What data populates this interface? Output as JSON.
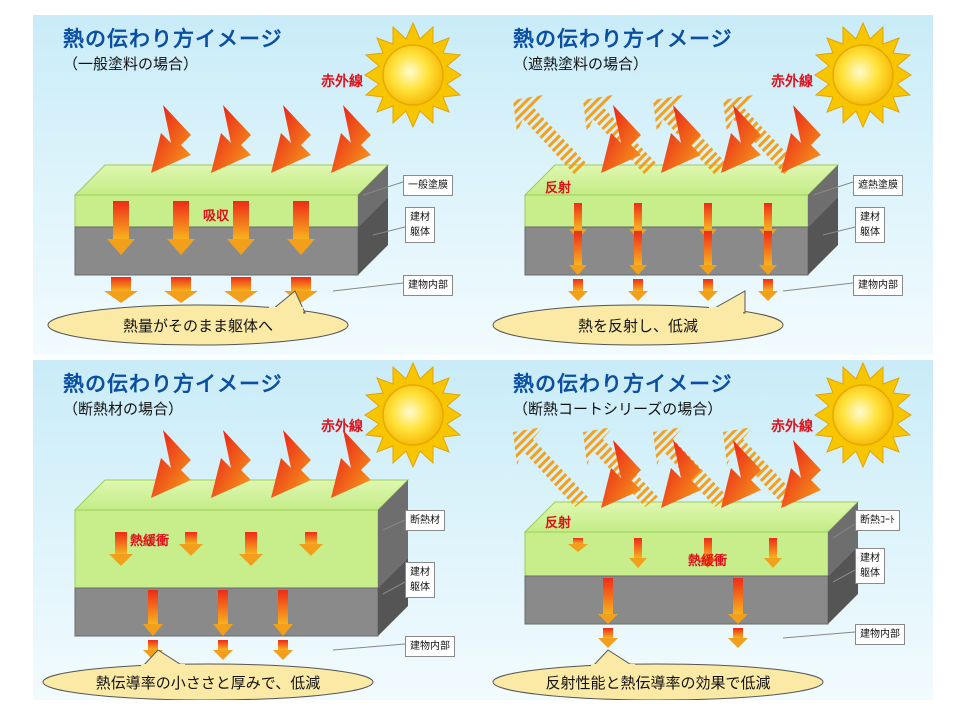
{
  "common": {
    "title": "熱の伝わり方イメージ",
    "infrared": "赤外線",
    "label_building": "建材\n躯体",
    "label_interior": "建物内部"
  },
  "panels": [
    {
      "subtitle": "（一般塗料の場合）",
      "layer_label": "一般塗膜",
      "inner_label": "吸収",
      "bubble": "熱量がそのまま躯体へ"
    },
    {
      "subtitle": "（遮熱塗料の場合）",
      "layer_label": "遮熱塗膜",
      "inner_label": "反射",
      "bubble": "熱を反射し、低減"
    },
    {
      "subtitle": "（断熱材の場合）",
      "layer_label": "断熱材",
      "inner_label": "熱緩衝",
      "bubble": "熱伝導率の小ささと厚みで、低減"
    },
    {
      "subtitle": "（断熱コートシリーズの場合）",
      "layer_label": "断熱ｺｰﾄ",
      "inner_label": "反射",
      "inner_label2": "熱緩衝",
      "bubble": "反射性能と熱伝導率の効果で低減"
    }
  ],
  "colors": {
    "title": "#0b4fa3",
    "infrared": "#e0101a",
    "layer_green": "#c8f08c",
    "building_gray": "#7f7f7f",
    "bubble_fill": "#fbe9a6"
  }
}
